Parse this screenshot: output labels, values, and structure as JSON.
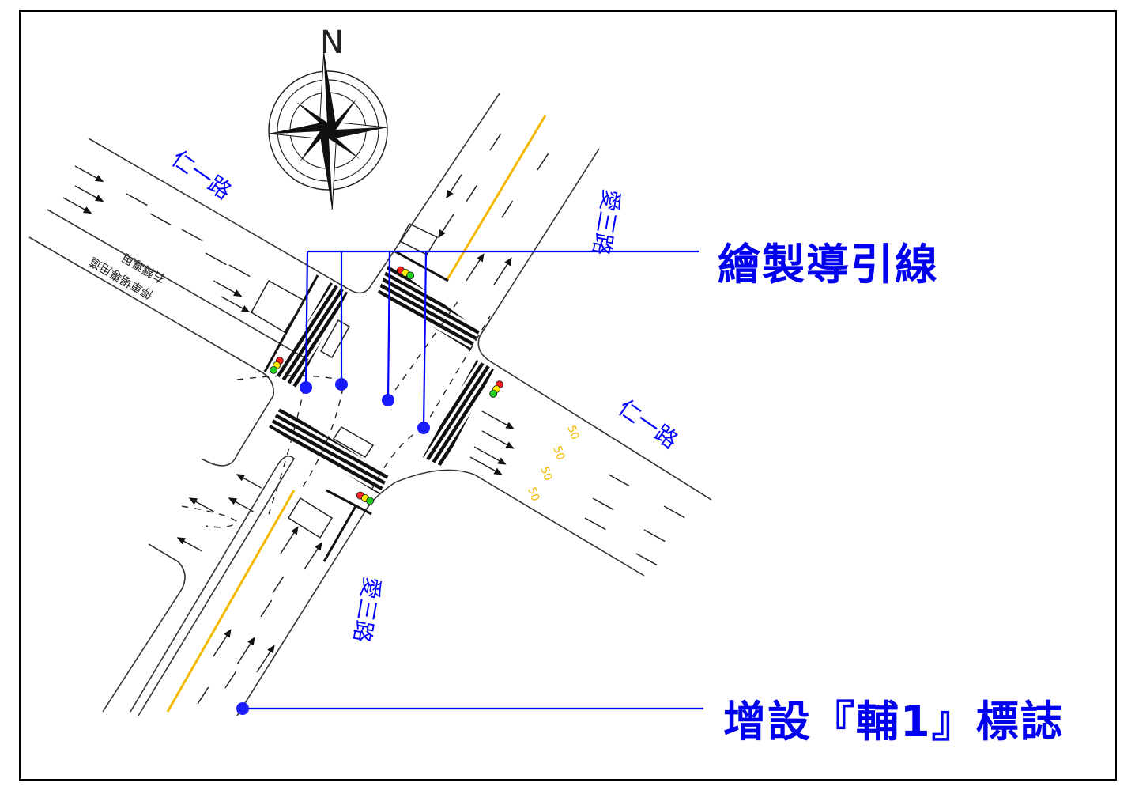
{
  "annotations": {
    "guide_lines": "繪製導引線",
    "sign": "增設『輔1』標誌"
  },
  "roads": {
    "ren_yi_west": "仁一路",
    "ren_yi_east": "仁一路",
    "ai_san_north": "愛三路",
    "ai_san_south": "愛三路"
  },
  "lane_text": {
    "right_turn": "右轉專用",
    "parking": "停車場專用道"
  },
  "speed_marks": [
    "50",
    "50",
    "50",
    "50"
  ],
  "compass": {
    "north": "N"
  },
  "colors": {
    "annotation": "#0000ff",
    "center_line": "#f5b800",
    "signal_red": "#ff2020",
    "signal_yellow": "#ffee00",
    "signal_green": "#22cc22"
  }
}
